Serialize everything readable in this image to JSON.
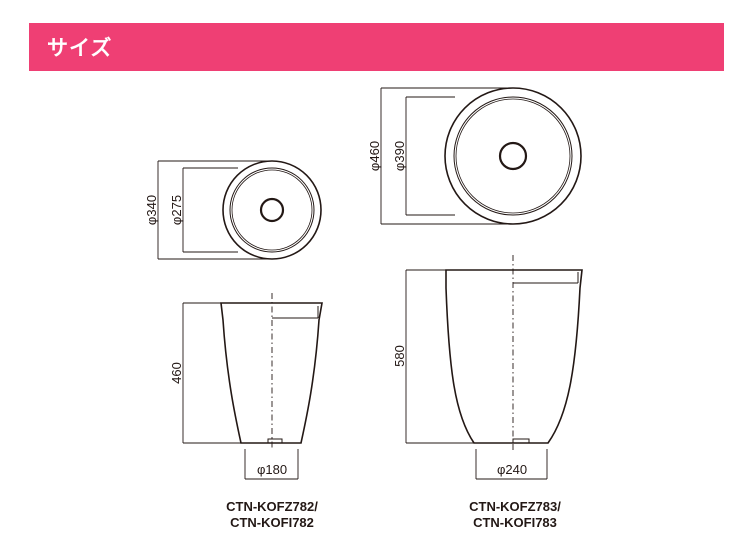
{
  "header": {
    "title": "サイズ",
    "color": "#ef3f74"
  },
  "products": [
    {
      "model_lines": [
        "CTN-KOFZ782/",
        "CTN-KOFI782"
      ],
      "dims": {
        "outer_dia": "φ340",
        "inner_dia": "φ275",
        "height": "460",
        "base_dia": "φ180"
      }
    },
    {
      "model_lines": [
        "CTN-KOFZ783/",
        "CTN-KOFI783"
      ],
      "dims": {
        "outer_dia": "φ460",
        "inner_dia": "φ390",
        "height": "580",
        "base_dia": "φ240"
      }
    }
  ]
}
